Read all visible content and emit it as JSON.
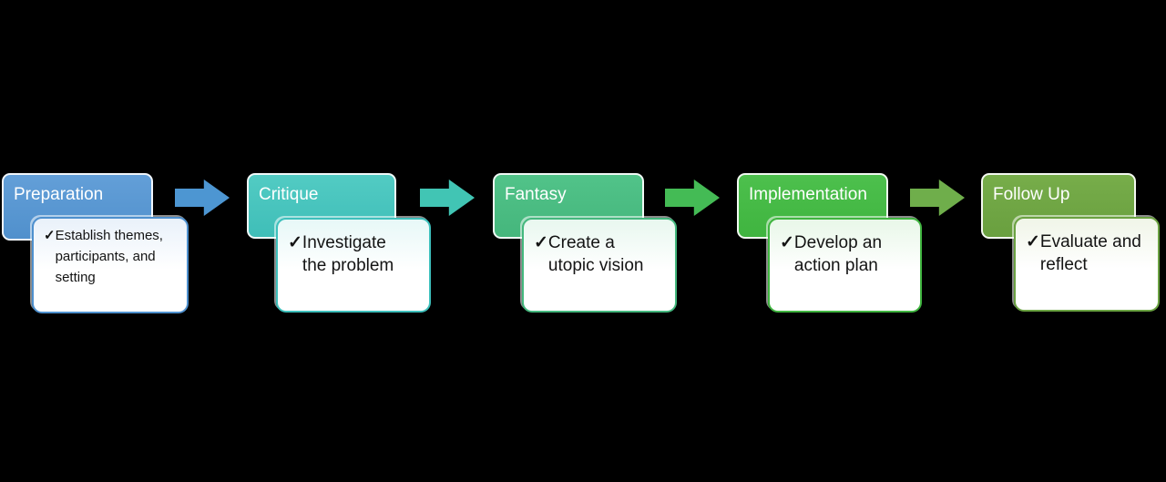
{
  "diagram": {
    "background_color": "#000000",
    "check_glyph": "✓",
    "steps": [
      {
        "title": "Preparation",
        "detail_lines": [
          "Establish themes,",
          "participants, and",
          "setting"
        ],
        "header_top": "#639FD8",
        "header_bottom": "#5090CC",
        "border_color": "#4E90CE",
        "tint": "#E9F1FA"
      },
      {
        "title": "Critique",
        "detail_lines": [
          "Investigate",
          "the problem"
        ],
        "header_top": "#52CBC3",
        "header_bottom": "#3FBEB8",
        "border_color": "#3EC0BC",
        "tint": "#E7F8F7"
      },
      {
        "title": "Fantasy",
        "detail_lines": [
          "Create a",
          "utopic vision"
        ],
        "header_top": "#51C389",
        "header_bottom": "#45B67C",
        "border_color": "#44B87E",
        "tint": "#E8F7EF"
      },
      {
        "title": "Implementation",
        "detail_lines": [
          "Develop an",
          "action plan"
        ],
        "header_top": "#4DC04D",
        "header_bottom": "#3FB43F",
        "border_color": "#40B540",
        "tint": "#E8F7E8"
      },
      {
        "title": "Follow Up",
        "detail_lines": [
          "Evaluate and",
          "reflect"
        ],
        "header_top": "#77AD4A",
        "header_bottom": "#699F3F",
        "border_color": "#6BA242",
        "tint": "#F0F5E8"
      }
    ],
    "arrows": [
      {
        "name": "arrow-1",
        "color": "#4D96D2"
      },
      {
        "name": "arrow-2",
        "color": "#41C5B4"
      },
      {
        "name": "arrow-3",
        "color": "#44BB55"
      },
      {
        "name": "arrow-4",
        "color": "#6FAE4B"
      }
    ]
  }
}
